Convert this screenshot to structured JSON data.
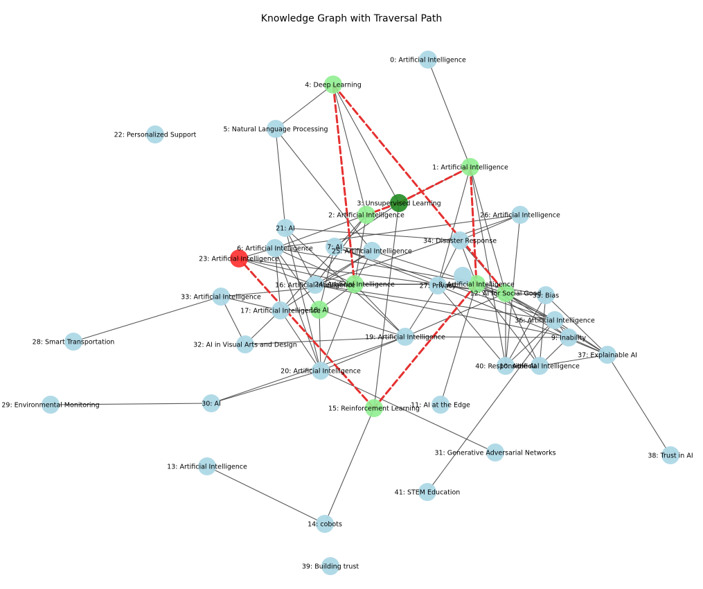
{
  "title": "Knowledge Graph with Traversal Path",
  "colors": {
    "default": "#add8e6",
    "path": "#90ee90",
    "start": "#228b22",
    "end": "#ff2d2d",
    "edge": "#444444",
    "path_edge": "#e53030"
  },
  "nodes": [
    {
      "id": 0,
      "label": "0: Artificial Intelligence",
      "role": "default"
    },
    {
      "id": 1,
      "label": "1: Artificial Intelligence",
      "role": "path"
    },
    {
      "id": 2,
      "label": "2: Artificial Intelligence",
      "role": "path"
    },
    {
      "id": 3,
      "label": "3: Unsupervised Learning",
      "role": "start"
    },
    {
      "id": 4,
      "label": "4: Deep Learning",
      "role": "path"
    },
    {
      "id": 5,
      "label": "5: Natural Language Processing",
      "role": "default"
    },
    {
      "id": 6,
      "label": "6: Artificial Intelligence",
      "role": "default"
    },
    {
      "id": 7,
      "label": "7: AI",
      "role": "default"
    },
    {
      "id": 8,
      "label": "8: Artificial Intelligence",
      "role": "path"
    },
    {
      "id": 9,
      "label": "9: Inability",
      "role": "default"
    },
    {
      "id": 10,
      "label": "10: Artificial Intelligence",
      "role": "default"
    },
    {
      "id": 11,
      "label": "11: AI at the Edge",
      "role": "default"
    },
    {
      "id": 12,
      "label": "12: AI for Social Good",
      "role": "path"
    },
    {
      "id": 13,
      "label": "13: Artificial Intelligence",
      "role": "default"
    },
    {
      "id": 14,
      "label": "14: cobots",
      "role": "default"
    },
    {
      "id": 15,
      "label": "15: Reinforcement Learning",
      "role": "path"
    },
    {
      "id": 16,
      "label": "16: Artificial Intelligence",
      "role": "default"
    },
    {
      "id": 17,
      "label": "17: Artificial Intelligence",
      "role": "default"
    },
    {
      "id": 18,
      "label": "18: AI",
      "role": "path"
    },
    {
      "id": 19,
      "label": "19: Artificial Intelligence",
      "role": "default"
    },
    {
      "id": 20,
      "label": "20: Artificial Intelligence",
      "role": "default"
    },
    {
      "id": 21,
      "label": "21: AI",
      "role": "default"
    },
    {
      "id": 22,
      "label": "22: Personalized Support",
      "role": "default"
    },
    {
      "id": 23,
      "label": "23: Artificial Intelligence",
      "role": "end"
    },
    {
      "id": 24,
      "label": "24: Artificial Intelligence",
      "role": "path"
    },
    {
      "id": 25,
      "label": "25: Artificial Intelligence",
      "role": "default"
    },
    {
      "id": 26,
      "label": "26: Artificial Intelligence",
      "role": "default"
    },
    {
      "id": 27,
      "label": "27: Privacy",
      "role": "default"
    },
    {
      "id": 28,
      "label": "28: Smart Transportation",
      "role": "default"
    },
    {
      "id": 29,
      "label": "29: Environmental Monitoring",
      "role": "default"
    },
    {
      "id": 30,
      "label": "30: AI",
      "role": "default"
    },
    {
      "id": 31,
      "label": "31: Generative Adversarial Networks",
      "role": "default"
    },
    {
      "id": 32,
      "label": "32: AI in Visual Arts and Design",
      "role": "default"
    },
    {
      "id": 33,
      "label": "33: Artificial Intelligence",
      "role": "default"
    },
    {
      "id": 34,
      "label": "34: Disaster Response",
      "role": "default"
    },
    {
      "id": 35,
      "label": "35: Bias",
      "role": "default"
    },
    {
      "id": 36,
      "label": "36: Artificial Intelligence",
      "role": "default"
    },
    {
      "id": 37,
      "label": "37: Explainable AI",
      "role": "default"
    },
    {
      "id": 38,
      "label": "38: Trust in AI",
      "role": "default"
    },
    {
      "id": 39,
      "label": "39: Building trust",
      "role": "default"
    },
    {
      "id": 40,
      "label": "40: Responsible AI",
      "role": "default"
    },
    {
      "id": 41,
      "label": "41: STEM Education",
      "role": "default"
    },
    {
      "id": 42,
      "label": "",
      "role": "default"
    }
  ],
  "edges": [
    [
      0,
      1
    ],
    [
      4,
      5
    ],
    [
      4,
      2
    ],
    [
      4,
      3
    ],
    [
      5,
      21
    ],
    [
      5,
      25
    ],
    [
      1,
      3
    ],
    [
      1,
      27
    ],
    [
      1,
      40
    ],
    [
      1,
      12
    ],
    [
      2,
      6
    ],
    [
      2,
      16
    ],
    [
      2,
      17
    ],
    [
      2,
      24
    ],
    [
      3,
      15
    ],
    [
      3,
      7
    ],
    [
      26,
      16
    ],
    [
      26,
      34
    ],
    [
      26,
      40
    ],
    [
      26,
      6
    ],
    [
      21,
      16
    ],
    [
      21,
      34
    ],
    [
      21,
      19
    ],
    [
      21,
      20
    ],
    [
      7,
      25
    ],
    [
      7,
      18
    ],
    [
      7,
      27
    ],
    [
      7,
      36
    ],
    [
      25,
      17
    ],
    [
      25,
      16
    ],
    [
      25,
      24
    ],
    [
      25,
      12
    ],
    [
      34,
      8
    ],
    [
      34,
      12
    ],
    [
      34,
      27
    ],
    [
      6,
      23
    ],
    [
      6,
      35
    ],
    [
      6,
      24
    ],
    [
      6,
      20
    ],
    [
      6,
      17
    ],
    [
      6,
      18
    ],
    [
      23,
      16
    ],
    [
      23,
      12
    ],
    [
      23,
      24
    ],
    [
      33,
      24
    ],
    [
      33,
      17
    ],
    [
      33,
      32
    ],
    [
      33,
      28
    ],
    [
      16,
      8
    ],
    [
      16,
      36
    ],
    [
      16,
      9
    ],
    [
      24,
      8
    ],
    [
      24,
      19
    ],
    [
      24,
      18
    ],
    [
      24,
      20
    ],
    [
      27,
      12
    ],
    [
      27,
      19
    ],
    [
      27,
      37
    ],
    [
      27,
      40
    ],
    [
      8,
      12
    ],
    [
      8,
      10
    ],
    [
      8,
      36
    ],
    [
      8,
      9
    ],
    [
      8,
      11
    ],
    [
      12,
      35
    ],
    [
      12,
      36
    ],
    [
      12,
      9
    ],
    [
      12,
      40
    ],
    [
      12,
      10
    ],
    [
      12,
      37
    ],
    [
      12,
      19
    ],
    [
      35,
      37
    ],
    [
      35,
      40
    ],
    [
      35,
      10
    ],
    [
      36,
      9
    ],
    [
      36,
      37
    ],
    [
      36,
      40
    ],
    [
      36,
      41
    ],
    [
      9,
      19
    ],
    [
      9,
      10
    ],
    [
      9,
      37
    ],
    [
      37,
      38
    ],
    [
      37,
      10
    ],
    [
      40,
      10
    ],
    [
      17,
      18
    ],
    [
      17,
      32
    ],
    [
      17,
      20
    ],
    [
      18,
      19
    ],
    [
      18,
      20
    ],
    [
      19,
      32
    ],
    [
      19,
      20
    ],
    [
      19,
      30
    ],
    [
      20,
      30
    ],
    [
      20,
      31
    ],
    [
      30,
      29
    ],
    [
      15,
      14
    ],
    [
      13,
      14
    ]
  ],
  "path_edges": [
    [
      3,
      1
    ],
    [
      3,
      2
    ],
    [
      4,
      24
    ],
    [
      4,
      12
    ],
    [
      1,
      8
    ],
    [
      8,
      15
    ],
    [
      15,
      23
    ]
  ]
}
